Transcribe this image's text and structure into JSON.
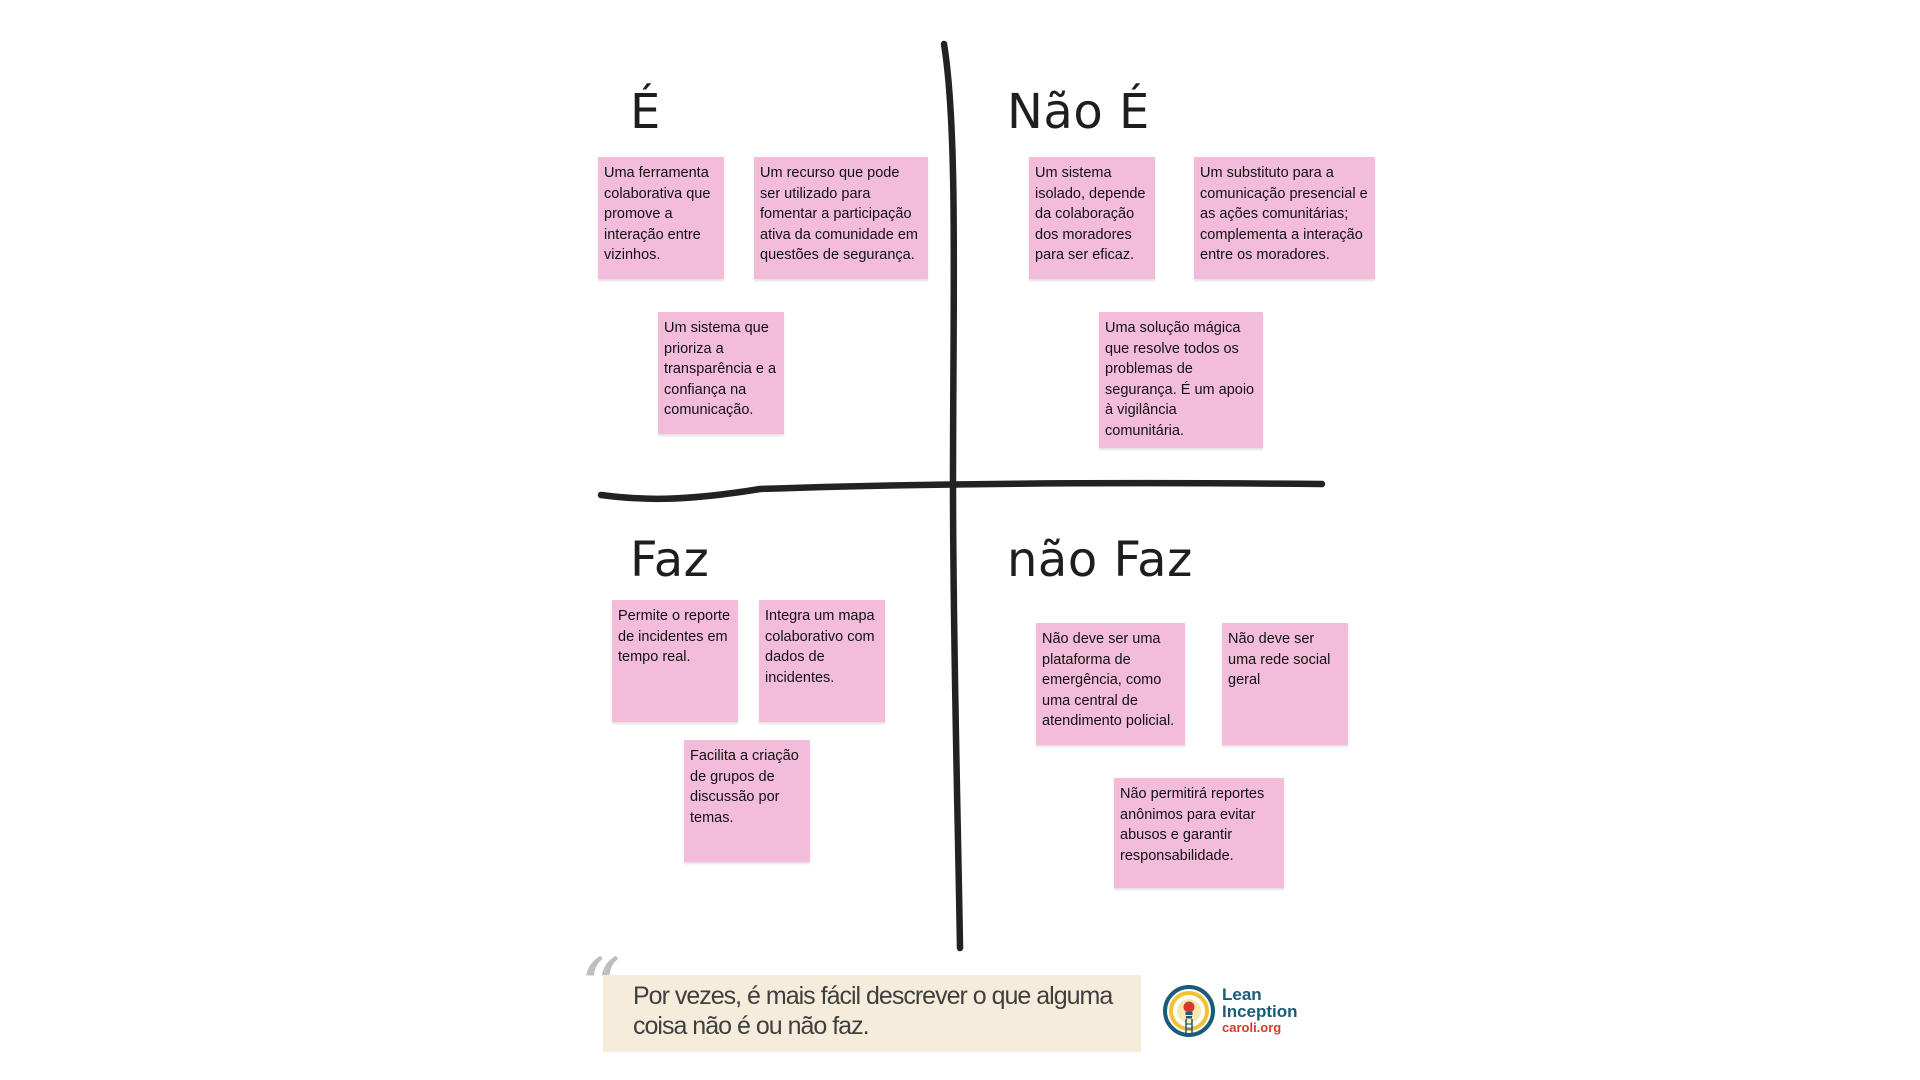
{
  "quadrants": {
    "is": {
      "title": "É",
      "notes": [
        "Uma ferramenta colaborativa que promove a interação entre vizinhos.",
        "Um recurso que pode ser utilizado para fomentar a participação ativa da comunidade em questões de segurança.",
        "Um sistema que prioriza a transparência e a confiança na comunicação."
      ]
    },
    "is_not": {
      "title": "Não É",
      "notes": [
        "Um sistema isolado, depende da colaboração dos moradores para ser eficaz.",
        "Um substituto para a comunicação presencial e as ações comunitárias; complementa a interação entre os moradores.",
        "Uma solução mágica que resolve todos os problemas de segurança. É um apoio à vigilância comunitária."
      ]
    },
    "does": {
      "title": "Faz",
      "notes": [
        "Permite o reporte de incidentes em tempo real.",
        "Integra um mapa colaborativo com dados de incidentes.",
        "Facilita a criação de grupos de discussão por temas."
      ]
    },
    "does_not": {
      "title": "não Faz",
      "notes": [
        "Não deve ser uma plataforma de emergência, como uma central de atendimento policial.",
        "Não deve ser uma rede social geral",
        "Não permitirá reportes anônimos para evitar abusos e garantir responsabilidade."
      ]
    }
  },
  "footer": {
    "quote_mark": "“",
    "quote": "Por vezes, é mais fácil descrever o que alguma coisa não é ou não faz."
  },
  "logo": {
    "line1": "Lean",
    "line2": "Inception",
    "url": "caroli.org"
  },
  "colors": {
    "sticky_note": "#f3bcdb",
    "quote_background": "#f6ecdc",
    "axis_line": "#222222",
    "logo_blue": "#1a5a7a",
    "logo_red": "#d23a2a"
  }
}
